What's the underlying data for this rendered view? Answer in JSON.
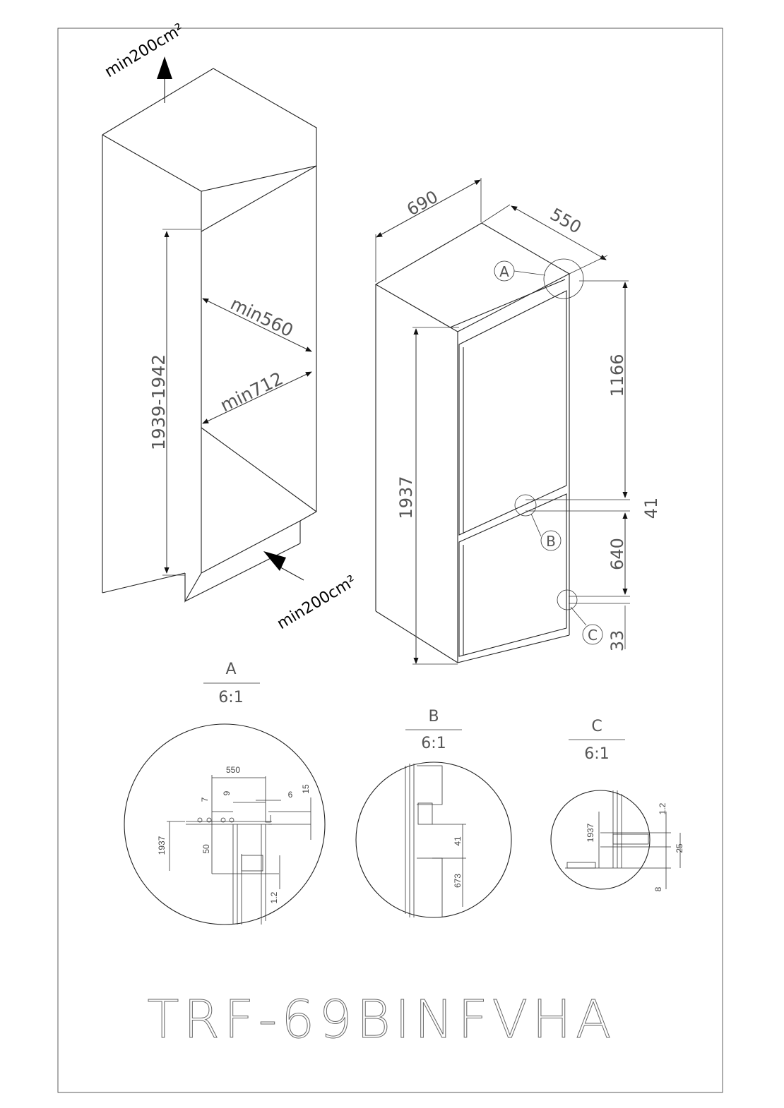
{
  "model": "TRF-69BINFVHA",
  "niche": {
    "ventilation_top": "min200cm²",
    "ventilation_bottom": "min200cm²",
    "height": "1939-1942",
    "width": "min560",
    "depth": "min712"
  },
  "appliance": {
    "width": "690",
    "depth": "550",
    "height": "1937",
    "upper_door": "1166",
    "gap": "41",
    "lower_door": "640",
    "bottom": "33",
    "callouts": [
      "A",
      "B",
      "C"
    ]
  },
  "details": [
    {
      "label": "A",
      "scale": "6:1",
      "dims": [
        "550",
        "7",
        "9",
        "6",
        "15",
        "1937",
        "50",
        "1.2"
      ]
    },
    {
      "label": "B",
      "scale": "6:1",
      "dims": [
        "41",
        "673"
      ]
    },
    {
      "label": "C",
      "scale": "6:1",
      "dims": [
        "1937",
        "1.2",
        "25",
        "8"
      ]
    }
  ]
}
